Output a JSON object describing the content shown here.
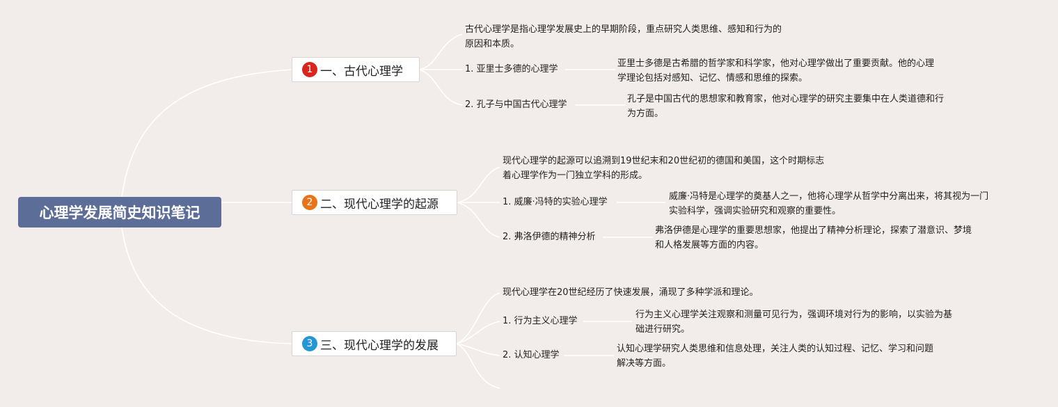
{
  "root": {
    "title": "心理学发展简史知识笔记"
  },
  "colors": {
    "background": "#f2edea",
    "root": "#5c6d97",
    "badge_1": "#d9251c",
    "badge_2": "#e8741a",
    "badge_3": "#2496d6",
    "connector": "#ffffff"
  },
  "branches": [
    {
      "badge": "1",
      "title": "一、古代心理学",
      "intro": "古代心理学是指心理学发展史上的早期阶段，重点研究人类思维、感知和行为的\n原因和本质。",
      "subtopics": [
        {
          "label": "1. 亚里士多德的心理学",
          "detail": "亚里士多德是古希腊的哲学家和科学家，他对心理学做出了重要贡献。他的心理\n学理论包括对感知、记忆、情感和思维的探索。"
        },
        {
          "label": "2. 孔子与中国古代心理学",
          "detail": "孔子是中国古代的思想家和教育家，他对心理学的研究主要集中在人类道德和行\n为方面。"
        }
      ]
    },
    {
      "badge": "2",
      "title": "二、现代心理学的起源",
      "intro": "现代心理学的起源可以追溯到19世纪末和20世纪初的德国和美国，这个时期标志\n着心理学作为一门独立学科的形成。",
      "subtopics": [
        {
          "label": "1. 威廉·冯特的实验心理学",
          "detail": "威廉·冯特是心理学的奠基人之一，他将心理学从哲学中分离出来，将其视为一门\n实验科学，强调实验研究和观察的重要性。"
        },
        {
          "label": "2. 弗洛伊德的精神分析",
          "detail": "弗洛伊德是心理学的重要思想家，他提出了精神分析理论，探索了潜意识、梦境\n和人格发展等方面的内容。"
        }
      ]
    },
    {
      "badge": "3",
      "title": "三、现代心理学的发展",
      "intro": "现代心理学在20世纪经历了快速发展，涌现了多种学派和理论。",
      "subtopics": [
        {
          "label": "1. 行为主义心理学",
          "detail": "行为主义心理学关注观察和测量可见行为，强调环境对行为的影响，以实验为基\n础进行研究。"
        },
        {
          "label": "2. 认知心理学",
          "detail": "认知心理学研究人类思维和信息处理，关注人类的认知过程、记忆、学习和问题\n解决等方面。"
        }
      ]
    }
  ]
}
